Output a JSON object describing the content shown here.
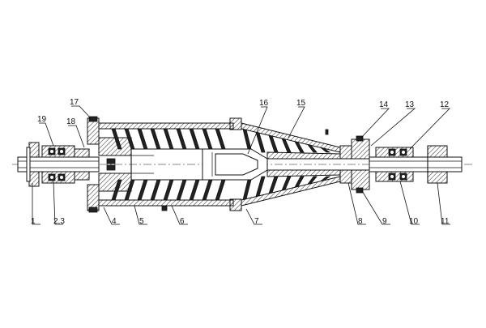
{
  "diagram": {
    "labels": [
      {
        "id": "1",
        "text": "1"
      },
      {
        "id": "2,3",
        "text": "2,3"
      },
      {
        "id": "4",
        "text": "4"
      },
      {
        "id": "5",
        "text": "5"
      },
      {
        "id": "6",
        "text": "6"
      },
      {
        "id": "7",
        "text": "7"
      },
      {
        "id": "8",
        "text": "8"
      },
      {
        "id": "9",
        "text": "9"
      },
      {
        "id": "10",
        "text": "10"
      },
      {
        "id": "11",
        "text": "11"
      },
      {
        "id": "12",
        "text": "12"
      },
      {
        "id": "13",
        "text": "13"
      },
      {
        "id": "14",
        "text": "14"
      },
      {
        "id": "15",
        "text": "15"
      },
      {
        "id": "16",
        "text": "16"
      },
      {
        "id": "17",
        "text": "17"
      },
      {
        "id": "18",
        "text": "18"
      },
      {
        "id": "19",
        "text": "19"
      }
    ]
  }
}
